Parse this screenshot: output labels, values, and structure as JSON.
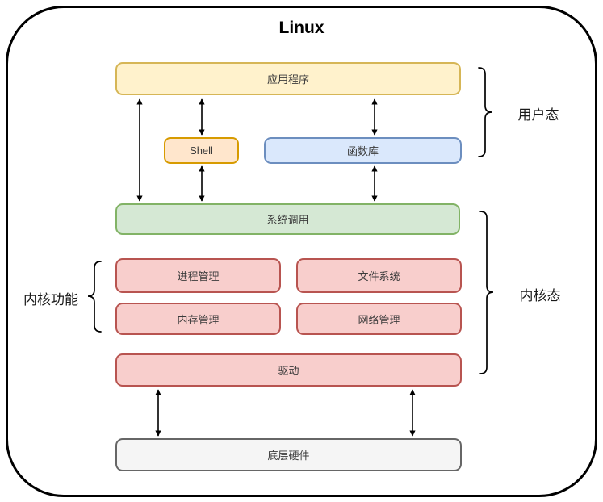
{
  "title": "Linux",
  "boxes": {
    "applications": "应用程序",
    "shell": "Shell",
    "library": "函数库",
    "syscall": "系统调用",
    "process_mgmt": "进程管理",
    "file_system": "文件系统",
    "memory_mgmt": "内存管理",
    "network_mgmt": "网络管理",
    "driver": "驱动",
    "hardware": "底层硬件"
  },
  "labels": {
    "user_mode": "用户态",
    "kernel_mode": "内核态",
    "kernel_functions": "内核功能"
  },
  "colors": {
    "applications_fill": "#FFF2CC",
    "applications_border": "#D6B656",
    "shell_fill": "#FFE6CC",
    "shell_border": "#D79B00",
    "library_fill": "#DAE8FC",
    "library_border": "#6C8EBF",
    "syscall_fill": "#D5E8D4",
    "syscall_border": "#82B366",
    "kernel_fill": "#F8CECC",
    "kernel_border": "#B85450",
    "hardware_fill": "#F5F5F5",
    "hardware_border": "#666666",
    "frame_border": "#000000"
  }
}
